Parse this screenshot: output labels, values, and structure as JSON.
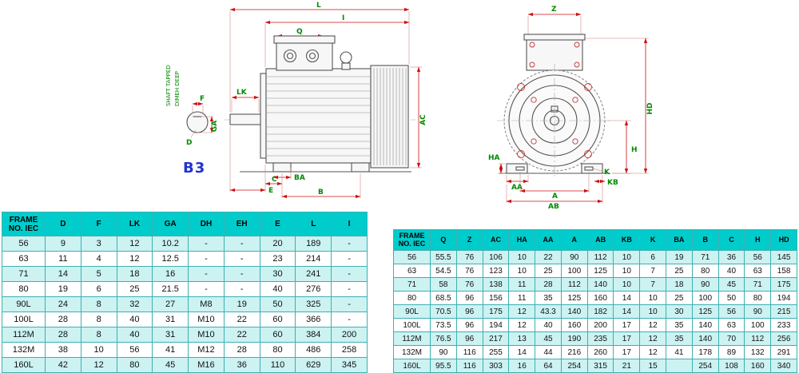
{
  "b3_label": "B3",
  "shaft_note": [
    "SHAFT TAPPED",
    "DIMEH DEEP"
  ],
  "dims": {
    "side": [
      "L",
      "I",
      "Q",
      "LK",
      "F",
      "GA",
      "D",
      "E",
      "C",
      "BA",
      "B",
      "AC"
    ],
    "end": [
      "Z",
      "HD",
      "H",
      "HA",
      "AA",
      "A",
      "AB",
      "KB",
      "K"
    ]
  },
  "left_table": {
    "header": [
      "FRAME NO. IEC",
      "D",
      "F",
      "LK",
      "GA",
      "DH",
      "EH",
      "E",
      "L",
      "I"
    ],
    "rows": [
      [
        "56",
        "9",
        "3",
        "12",
        "10.2",
        "-",
        "-",
        "20",
        "189",
        "-"
      ],
      [
        "63",
        "11",
        "4",
        "12",
        "12.5",
        "-",
        "-",
        "23",
        "214",
        "-"
      ],
      [
        "71",
        "14",
        "5",
        "18",
        "16",
        "-",
        "-",
        "30",
        "241",
        "-"
      ],
      [
        "80",
        "19",
        "6",
        "25",
        "21.5",
        "-",
        "-",
        "40",
        "276",
        "-"
      ],
      [
        "90L",
        "24",
        "8",
        "32",
        "27",
        "M8",
        "19",
        "50",
        "325",
        "-"
      ],
      [
        "100L",
        "28",
        "8",
        "40",
        "31",
        "M10",
        "22",
        "60",
        "366",
        "-"
      ],
      [
        "112M",
        "28",
        "8",
        "40",
        "31",
        "M10",
        "22",
        "60",
        "384",
        "200"
      ],
      [
        "132M",
        "38",
        "10",
        "56",
        "41",
        "M12",
        "28",
        "80",
        "486",
        "258"
      ],
      [
        "160L",
        "42",
        "12",
        "80",
        "45",
        "M16",
        "36",
        "110",
        "629",
        "345"
      ]
    ]
  },
  "right_table": {
    "header": [
      "FRAME NO. IEC",
      "Q",
      "Z",
      "AC",
      "HA",
      "AA",
      "A",
      "AB",
      "KB",
      "K",
      "BA",
      "B",
      "C",
      "H",
      "HD"
    ],
    "rows": [
      [
        "56",
        "55.5",
        "76",
        "106",
        "10",
        "22",
        "90",
        "112",
        "10",
        "6",
        "19",
        "71",
        "36",
        "56",
        "145"
      ],
      [
        "63",
        "54.5",
        "76",
        "123",
        "10",
        "25",
        "100",
        "125",
        "10",
        "7",
        "25",
        "80",
        "40",
        "63",
        "158"
      ],
      [
        "71",
        "58",
        "76",
        "138",
        "11",
        "28",
        "112",
        "140",
        "10",
        "7",
        "18",
        "90",
        "45",
        "71",
        "175"
      ],
      [
        "80",
        "68.5",
        "96",
        "156",
        "11",
        "35",
        "125",
        "160",
        "14",
        "10",
        "25",
        "100",
        "50",
        "80",
        "194"
      ],
      [
        "90L",
        "70.5",
        "96",
        "175",
        "12",
        "43.3",
        "140",
        "182",
        "14",
        "10",
        "30",
        "125",
        "56",
        "90",
        "215"
      ],
      [
        "100L",
        "73.5",
        "96",
        "194",
        "12",
        "40",
        "160",
        "200",
        "17",
        "12",
        "35",
        "140",
        "63",
        "100",
        "233"
      ],
      [
        "112M",
        "76.5",
        "96",
        "217",
        "13",
        "45",
        "190",
        "235",
        "17",
        "12",
        "35",
        "140",
        "70",
        "112",
        "256"
      ],
      [
        "132M",
        "90",
        "116",
        "255",
        "14",
        "44",
        "216",
        "260",
        "17",
        "12",
        "41",
        "178",
        "89",
        "132",
        "291"
      ],
      [
        "160L",
        "95.5",
        "116",
        "303",
        "16",
        "64",
        "254",
        "315",
        "21",
        "15",
        "",
        "254",
        "108",
        "160",
        "340"
      ]
    ]
  }
}
